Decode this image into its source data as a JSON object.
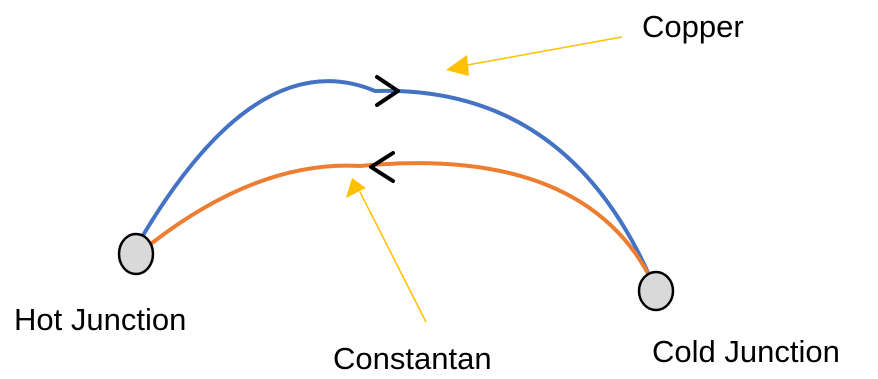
{
  "labels": {
    "copper": "Copper",
    "constantan": "Constantan",
    "hot_junction": "Hot Junction",
    "cold_junction": "Cold Junction"
  },
  "colors": {
    "copper_wire": "#4472C4",
    "constantan_wire": "#ED7D31",
    "pointer": "#FFC000",
    "junction_fill": "#D9D9D9",
    "junction_stroke": "#000000",
    "direction_arrow": "#000000",
    "text": "#000000"
  }
}
